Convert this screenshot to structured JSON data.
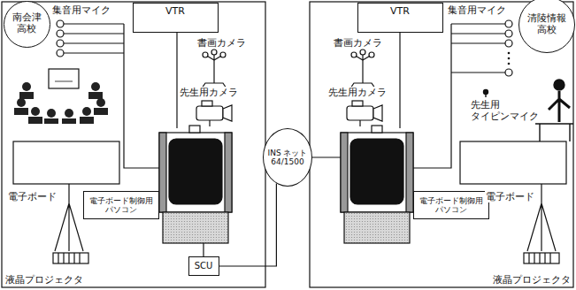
{
  "diagram": {
    "nodes": [
      {
        "text": [
          "南会津 高校"
        ]
      },
      {
        "text": [
          "VTR"
        ]
      },
      {
        "text": [
          "電子ボード制御用 パソコン"
        ]
      },
      {
        "text": [
          "SCU"
        ]
      },
      {
        "text": [
          "INS ネット 64/1500"
        ]
      },
      {
        "text": [
          "清陵情報 高校"
        ]
      },
      {
        "text": [
          "VTR"
        ]
      },
      {
        "text": [
          "電子ボード制御用 パソコン"
        ]
      }
    ],
    "edges": [
      {
        "from": 3,
        "to": 4,
        "arrow": "none"
      }
    ],
    "labels": [
      "集音用マイク",
      "書画カメラ",
      "先生用カメラ",
      "電子ボード",
      "液晶プロジェクタ",
      "集音用マイク",
      "書画カメラ",
      "先生用カメラ",
      "先生用 タイピンマイク",
      "電子ボード",
      "液晶プロジェクタ"
    ]
  }
}
